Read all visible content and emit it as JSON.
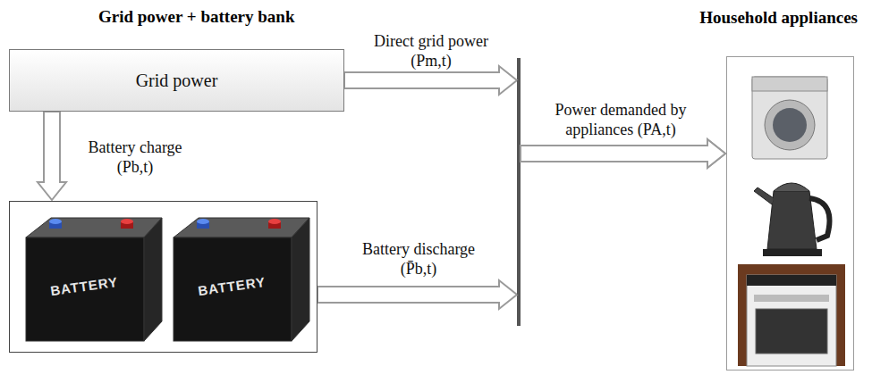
{
  "diagram": {
    "nodes": [
      {
        "text": [
          "Grid power"
        ]
      },
      {
        "text": [
          "BATTERY",
          "BATTERY"
        ]
      },
      {
        "text": [
          "Household appliances"
        ]
      }
    ],
    "edges": [
      {
        "from": 0,
        "to": 2,
        "arrow": "to",
        "label": "Direct grid power (Pm,t)"
      },
      {
        "from": 0,
        "to": 1,
        "arrow": "to",
        "label": "Battery charge (Pb,t)"
      },
      {
        "from": 1,
        "to": 2,
        "arrow": "to",
        "label": "Battery discharge (P̄b,t)"
      }
    ],
    "labels": [
      "Grid power + battery bank",
      "Power demanded by appliances (PA,t)"
    ]
  }
}
